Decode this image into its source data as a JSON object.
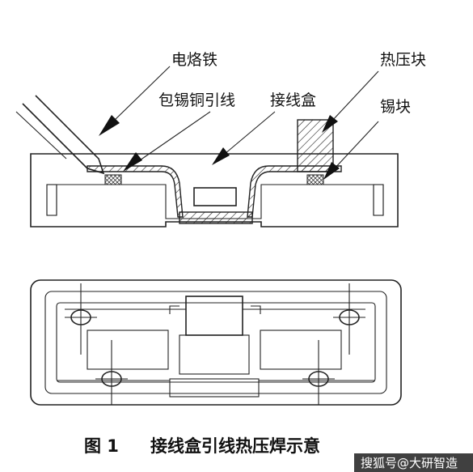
{
  "labels": {
    "soldering_iron": "电烙铁",
    "heat_press_block": "热压块",
    "coated_copper_lead": "包锡铜引线",
    "junction_box": "接线盒",
    "tin_block": "锡块"
  },
  "caption": {
    "figure_number": "图 1",
    "title": "接线盒引线热压焊示意"
  },
  "watermark": "搜狐号@大研智造",
  "colors": {
    "line": "#222222",
    "background": "#ffffff",
    "watermark_bg": "#2b2b2b"
  }
}
